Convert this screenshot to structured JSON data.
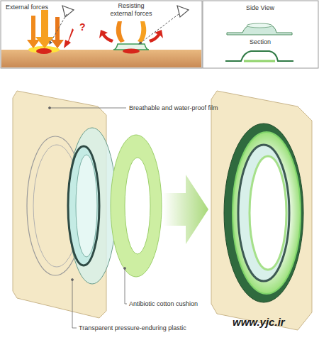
{
  "diagram": {
    "labels": [
      "External forces",
      "?",
      "Resisting external forces",
      "Side View",
      "Section",
      "Breathable and water-proof film",
      "Antibiotic cotton cushion",
      "Transparent pressure-enduring plastic",
      "www.yjc.ir"
    ]
  }
}
